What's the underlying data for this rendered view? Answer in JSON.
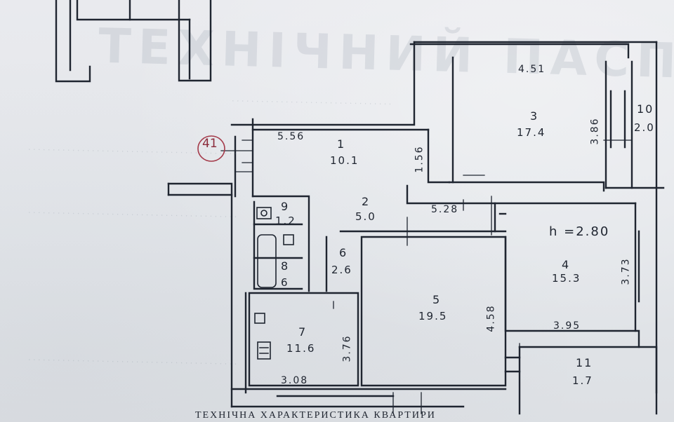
{
  "watermark": "ТЕХНІЧНИЙ ПАСПОРТ",
  "apartment_number": "41",
  "ceiling_height": "h =2.80",
  "footer_title": "ТЕХНІЧНА ХАРАКТЕРИСТИКА КВАРТИРИ",
  "rooms": [
    {
      "num": "1",
      "area": "10.1"
    },
    {
      "num": "2",
      "area": "5.0"
    },
    {
      "num": "3",
      "area": "17.4"
    },
    {
      "num": "4",
      "area": "15.3"
    },
    {
      "num": "5",
      "area": "19.5"
    },
    {
      "num": "6",
      "area": "2.6"
    },
    {
      "num": "7",
      "area": "11.6"
    },
    {
      "num": "8",
      "area": "6"
    },
    {
      "num": "9",
      "area": "1.2"
    },
    {
      "num": "10",
      "area": "2.0"
    },
    {
      "num": "11",
      "area": "1.7"
    }
  ],
  "dimensions": {
    "d556": "5.56",
    "d156": "1.56",
    "d451": "4.51",
    "d386": "3.86",
    "d528": "5.28",
    "d373": "3.73",
    "d395": "3.95",
    "d458": "4.58",
    "d376": "3.76",
    "d308": "3.08"
  },
  "colors": {
    "ink": "#1f2530",
    "circle": "#a43a4a"
  }
}
